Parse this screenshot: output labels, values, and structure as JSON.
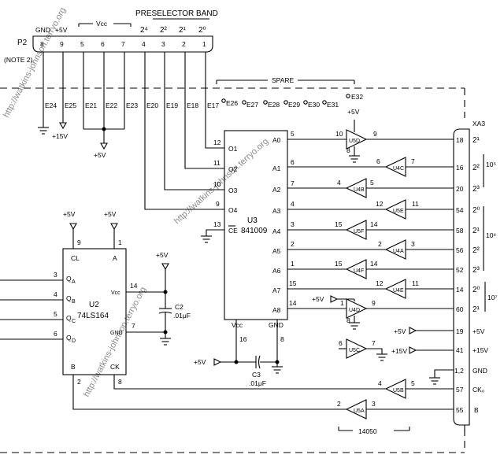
{
  "connector": {
    "name": "P2",
    "note": "(NOTE 2)",
    "header_gnd": "GND",
    "header_5v": "+5V",
    "header_vcc": "Vcc",
    "header_band": "PRESELECTOR BAND",
    "pins": [
      "8",
      "9",
      "5",
      "6",
      "7",
      "4",
      "3",
      "2",
      "1"
    ],
    "band_exps": [
      "2⁴",
      "2²",
      "2¹",
      "2⁰"
    ],
    "e_labels": [
      "E24",
      "E25",
      "E21",
      "E22",
      "E23",
      "E20",
      "E19",
      "E18",
      "E17"
    ],
    "spare_label": "SPARE",
    "spare_e": [
      "E26",
      "E27",
      "E28",
      "E29",
      "E30",
      "E31",
      "E32"
    ]
  },
  "power": {
    "p15": "+15V",
    "p5": "+5V"
  },
  "u3": {
    "name": "U3",
    "part": "841009",
    "inputs": [
      "O1",
      "O2",
      "O3",
      "O4",
      "CE"
    ],
    "input_pins": [
      "12",
      "11",
      "10",
      "9",
      "13"
    ],
    "outputs": [
      "A0",
      "A1",
      "A2",
      "A3",
      "A4",
      "A5",
      "A6",
      "A7",
      "A8"
    ],
    "output_pins": [
      "5",
      "6",
      "7",
      "4",
      "3",
      "2",
      "1",
      "15",
      "14"
    ],
    "vcc": "Vcc",
    "gnd": "GND",
    "vcc_pin": "16",
    "gnd_pin": "8"
  },
  "u2": {
    "name": "U2",
    "part": "74LS164",
    "cl": "CL",
    "a": "A",
    "vcc": "Vcc",
    "gnd": "GND",
    "b": "B",
    "ck": "CK",
    "outputs": [
      "Q",
      "Q",
      "Q",
      "Q"
    ],
    "output_subs": [
      "A",
      "B",
      "C",
      "D"
    ],
    "output_pins": [
      "3",
      "4",
      "5",
      "6"
    ],
    "pin9": "9",
    "pin1": "1",
    "pin14": "14",
    "pin7": "7",
    "pin2": "2",
    "pin8": "8"
  },
  "caps": {
    "c2_name": "C2",
    "c2_val": ".01μF",
    "c3_name": "C3",
    "c3_val": ".01μF"
  },
  "gates": {
    "u5d": "U5D",
    "u5d_in": "10",
    "u5d_out": "9",
    "u5d_gnd": "8",
    "u4c": "U4C",
    "u4c_in": "7",
    "u4c_out": "6",
    "u4b": "U4B",
    "u4b_in": "5",
    "u4b_out": "4",
    "u5e": "U5E",
    "u5e_in": "11",
    "u5e_out": "12",
    "u5f": "U5F",
    "u5f_in": "14",
    "u5f_out": "15",
    "u4a": "U4A",
    "u4a_in": "3",
    "u4a_out": "2",
    "u4f": "U4F",
    "u4f_in": "14",
    "u4f_out": "15",
    "u4e": "U4E",
    "u4e_in": "11",
    "u4e_out": "12",
    "u4d": "U4D",
    "u4d_in": "1",
    "u4d_out": "9",
    "u4d_gnd": "8",
    "u5c": "U5C",
    "u5c_in": "6",
    "u5c_out": "7",
    "u5b": "U5B",
    "u5b_in": "5",
    "u5b_out": "4",
    "u5a": "U5A",
    "u5a_in": "3",
    "u5a_out": "2",
    "family": "14050"
  },
  "xa3": {
    "name": "XA3",
    "pins": [
      "18",
      "16",
      "20",
      "54",
      "58",
      "56",
      "52",
      "14",
      "60",
      "19",
      "41",
      "1,2",
      "57",
      "55"
    ],
    "bits": [
      "2¹",
      "2²",
      "2³",
      "2⁰",
      "2¹",
      "2²",
      "2³",
      "2⁰",
      "2¹"
    ],
    "group1": "10⁵",
    "group2": "10⁶",
    "group3": "10⁷",
    "p5": "+5V",
    "p15": "+15V",
    "gnd": "GND",
    "ck": "CK₀",
    "b": "B"
  },
  "watermark": "http://watkins-johnson.terryo.org"
}
